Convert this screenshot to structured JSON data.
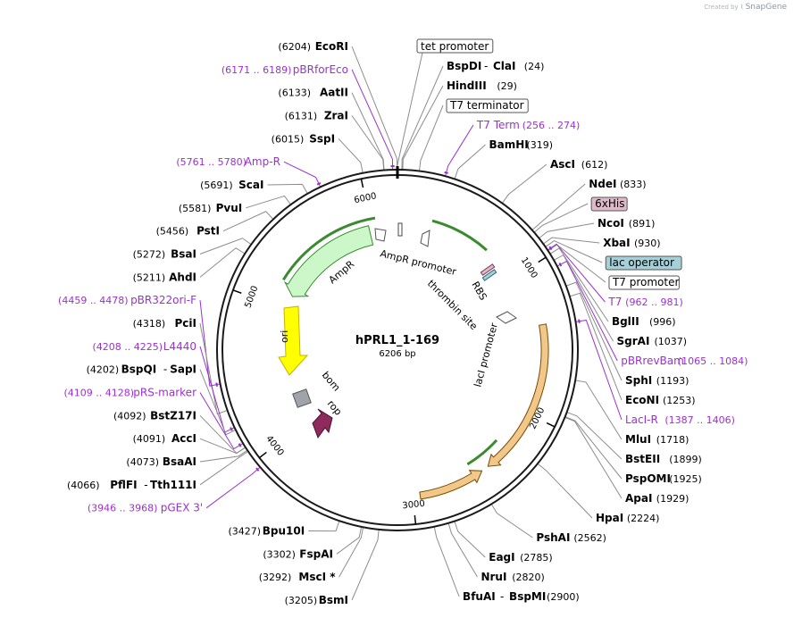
{
  "credit": {
    "prefix": "Created by",
    "brand": "SnapGene"
  },
  "plasmid": {
    "name": "hPRL1_1-169",
    "size_text": "6206 bp",
    "length": 6206
  },
  "ticks": [
    {
      "pos": 1000,
      "label": "1000"
    },
    {
      "pos": 2000,
      "label": "2000"
    },
    {
      "pos": 3000,
      "label": "3000"
    },
    {
      "pos": 4000,
      "label": "4000"
    },
    {
      "pos": 5000,
      "label": "5000"
    },
    {
      "pos": 6000,
      "label": "6000"
    }
  ],
  "right_labels": [
    {
      "kind": "enz",
      "name": "BspDI",
      "name2": "ClaI",
      "pos": "(24)",
      "site": 24
    },
    {
      "kind": "enz",
      "name": "HindIII",
      "pos": "(29)",
      "site": 29
    },
    {
      "kind": "feat",
      "name": "T7 terminator",
      "site": 120
    },
    {
      "kind": "primer",
      "name": "T7 Term",
      "pos": "(256 .. 274)",
      "site": 265
    },
    {
      "kind": "enz",
      "name": "BamHI",
      "pos": "(319)",
      "site": 319
    },
    {
      "kind": "enz",
      "name": "AscI",
      "pos": "(612)",
      "site": 612
    },
    {
      "kind": "enz",
      "name": "NdeI",
      "pos": "(833)",
      "site": 833
    },
    {
      "kind": "feat",
      "name": "6xHis",
      "fill": "#dfb9c9",
      "site": 850
    },
    {
      "kind": "enz",
      "name": "NcoI",
      "pos": "(891)",
      "site": 891
    },
    {
      "kind": "enz",
      "name": "XbaI",
      "pos": "(930)",
      "site": 930
    },
    {
      "kind": "feat",
      "name": "lac operator",
      "fill": "#a6cfd8",
      "site": 950
    },
    {
      "kind": "feat",
      "name": "T7 promoter",
      "site": 975
    },
    {
      "kind": "primer",
      "name": "T7",
      "pos": "(962 .. 981)",
      "site": 971
    },
    {
      "kind": "enz",
      "name": "BglII",
      "pos": "(996)",
      "site": 996
    },
    {
      "kind": "enz",
      "name": "SgrAI",
      "pos": "(1037)",
      "site": 1037
    },
    {
      "kind": "primer",
      "name": "pBRrevBam",
      "pos": "(1065 .. 1084)",
      "site": 1074
    },
    {
      "kind": "enz",
      "name": "SphI",
      "pos": "(1193)",
      "site": 1193
    },
    {
      "kind": "enz",
      "name": "EcoNI",
      "pos": "(1253)",
      "site": 1253
    },
    {
      "kind": "primer",
      "name": "LacI-R",
      "pos": "(1387 .. 1406)",
      "site": 1396
    },
    {
      "kind": "enz",
      "name": "MluI",
      "pos": "(1718)",
      "site": 1718
    },
    {
      "kind": "enz",
      "name": "BstEII",
      "pos": "(1899)",
      "site": 1899
    },
    {
      "kind": "enz",
      "name": "PspOMI",
      "pos": "(1925)",
      "site": 1925
    },
    {
      "kind": "enz",
      "name": "ApaI",
      "pos": "(1929)",
      "site": 1929
    },
    {
      "kind": "enz",
      "name": "HpaI",
      "pos": "(2224)",
      "site": 2224
    },
    {
      "kind": "enz",
      "name": "PshAI",
      "pos": "(2562)",
      "site": 2562
    },
    {
      "kind": "enz",
      "name": "EagI",
      "pos": "(2785)",
      "site": 2785
    },
    {
      "kind": "enz",
      "name": "NruI",
      "pos": "(2820)",
      "site": 2820
    },
    {
      "kind": "enz",
      "name": "BfuAI",
      "name2": "BspMI",
      "pos": "(2900)",
      "site": 2900
    }
  ],
  "left_labels": [
    {
      "kind": "enz",
      "name": "EcoRI",
      "pos": "(6204)",
      "site": 6204
    },
    {
      "kind": "primer",
      "name": "pBRforEco",
      "pos": "(6171 .. 6189)",
      "site": 6180
    },
    {
      "kind": "enz",
      "name": "AatII",
      "pos": "(6133)",
      "site": 6133
    },
    {
      "kind": "enz",
      "name": "ZraI",
      "pos": "(6131)",
      "site": 6131
    },
    {
      "kind": "enz",
      "name": "SspI",
      "pos": "(6015)",
      "site": 6015
    },
    {
      "kind": "primer",
      "name": "Amp-R",
      "pos": "(5761 .. 5780)",
      "site": 5770
    },
    {
      "kind": "enz",
      "name": "ScaI",
      "pos": "(5691)",
      "site": 5691
    },
    {
      "kind": "enz",
      "name": "PvuI",
      "pos": "(5581)",
      "site": 5581
    },
    {
      "kind": "enz",
      "name": "PstI",
      "pos": "(5456)",
      "site": 5456
    },
    {
      "kind": "enz",
      "name": "BsaI",
      "pos": "(5272)",
      "site": 5272
    },
    {
      "kind": "enz",
      "name": "AhdI",
      "pos": "(5211)",
      "site": 5211
    },
    {
      "kind": "primer",
      "name": "pBR322ori-F",
      "pos": "(4459 .. 4478)",
      "site": 4468
    },
    {
      "kind": "enz",
      "name": "PciI",
      "pos": "(4318)",
      "site": 4318
    },
    {
      "kind": "primer",
      "name": "L4440",
      "pos": "(4208 .. 4225)",
      "site": 4216
    },
    {
      "kind": "enz",
      "name": "BspQI",
      "name2": "SapI",
      "pos": "(4202)",
      "site": 4202
    },
    {
      "kind": "primer",
      "name": "pRS-marker",
      "pos": "(4109 .. 4128)",
      "site": 4118
    },
    {
      "kind": "enz",
      "name": "BstZ17I",
      "pos": "(4092)",
      "site": 4092
    },
    {
      "kind": "enz",
      "name": "AccI",
      "pos": "(4091)",
      "site": 4091
    },
    {
      "kind": "enz",
      "name": "BsaAI",
      "pos": "(4073)",
      "site": 4073
    },
    {
      "kind": "enz",
      "name": "PflFI",
      "name2": "Tth111I",
      "pos": "(4066)",
      "site": 4066
    },
    {
      "kind": "primer",
      "name": "pGEX 3'",
      "pos": "(3946 .. 3968)",
      "site": 3957
    },
    {
      "kind": "enz",
      "name": "Bpu10I",
      "pos": "(3427)",
      "site": 3427
    },
    {
      "kind": "enz",
      "name": "FspAI",
      "pos": "(3302)",
      "site": 3302
    },
    {
      "kind": "enz",
      "name": "MscI *",
      "pos": "(3292)",
      "site": 3292
    },
    {
      "kind": "enz",
      "name": "BsmI",
      "pos": "(3205)",
      "site": 3205
    }
  ],
  "top_labels": [
    {
      "kind": "feat",
      "name": "tet promoter",
      "site": 6200
    }
  ],
  "inner_labels": {
    "ampr": "AmpR",
    "ampr_promoter": "AmpR promoter",
    "thrombin": "thrombin site",
    "rbs": "RBS",
    "laci_promoter": "lacI promoter",
    "ori": "ori",
    "bom": "bom",
    "rop": "rop"
  },
  "colors": {
    "primer": "#9b30d0",
    "enzyme": "#000000",
    "backbone": "#1a1a1a",
    "leader": "#8c8c8c",
    "ampr_fill": "#ccf7c9",
    "ampr_stroke": "#3a8a2f",
    "lacI_fill": "#f2c88a",
    "lacI_stroke": "#7a4a00",
    "ori_fill": "#ffff00",
    "rop_fill": "#8f2a5d",
    "bom_fill": "#a0a4a8",
    "sixhis_fill": "#dfb9c9",
    "lacop_fill": "#a6cfd8"
  }
}
